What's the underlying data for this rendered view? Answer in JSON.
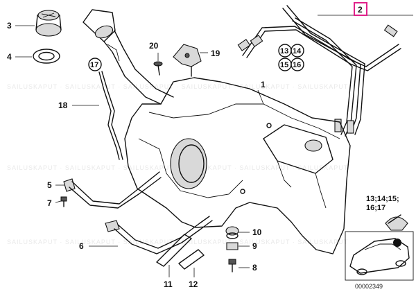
{
  "callouts": [
    {
      "id": "1",
      "text": "1"
    },
    {
      "id": "2",
      "text": "2"
    },
    {
      "id": "3",
      "text": "3"
    },
    {
      "id": "4",
      "text": "4"
    },
    {
      "id": "5",
      "text": "5"
    },
    {
      "id": "6",
      "text": "6"
    },
    {
      "id": "7",
      "text": "7"
    },
    {
      "id": "8",
      "text": "8"
    },
    {
      "id": "9",
      "text": "9"
    },
    {
      "id": "10",
      "text": "10"
    },
    {
      "id": "11",
      "text": "11"
    },
    {
      "id": "12",
      "text": "12"
    },
    {
      "id": "17",
      "text": "17"
    },
    {
      "id": "18",
      "text": "18"
    },
    {
      "id": "19",
      "text": "19"
    },
    {
      "id": "20",
      "text": "20"
    }
  ],
  "circled_group": [
    "13",
    "14",
    "15",
    "16"
  ],
  "inset_label": {
    "line1": "13;14;15;",
    "line2": "16;17"
  },
  "highlighted_part": "2",
  "diagram_number": "00002349",
  "colors": {
    "highlight": "#e0218a",
    "line": "#111111",
    "background": "#ffffff"
  }
}
